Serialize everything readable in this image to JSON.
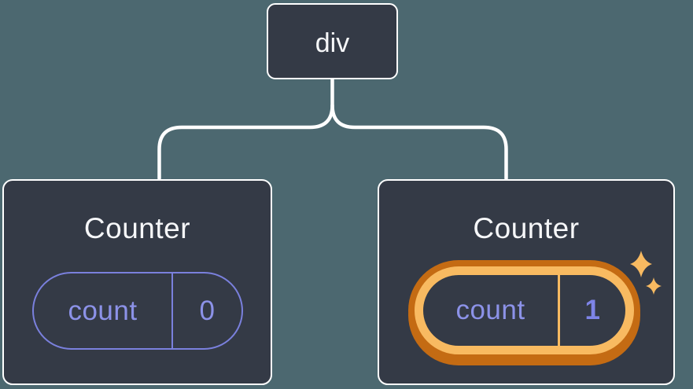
{
  "diagram": {
    "type": "component-tree",
    "root": {
      "label": "div"
    },
    "children": [
      {
        "title": "Counter",
        "state": {
          "key": "count",
          "value": "0"
        },
        "highlighted": false
      },
      {
        "title": "Counter",
        "state": {
          "key": "count",
          "value": "1"
        },
        "highlighted": true,
        "effect_icon": "sparkles-icon"
      }
    ]
  },
  "colors": {
    "background": "#4C6870",
    "node_fill": "#343A46",
    "node_border": "#FFFFFF",
    "connector": "#FFFFFF",
    "title_text": "#F6F7F9",
    "purple_border": "#7A80DD",
    "purple_text": "#8C92E8",
    "value_bold": "#7E84E8",
    "orange_light": "#F8BA61",
    "orange_dark": "#C46B13"
  }
}
